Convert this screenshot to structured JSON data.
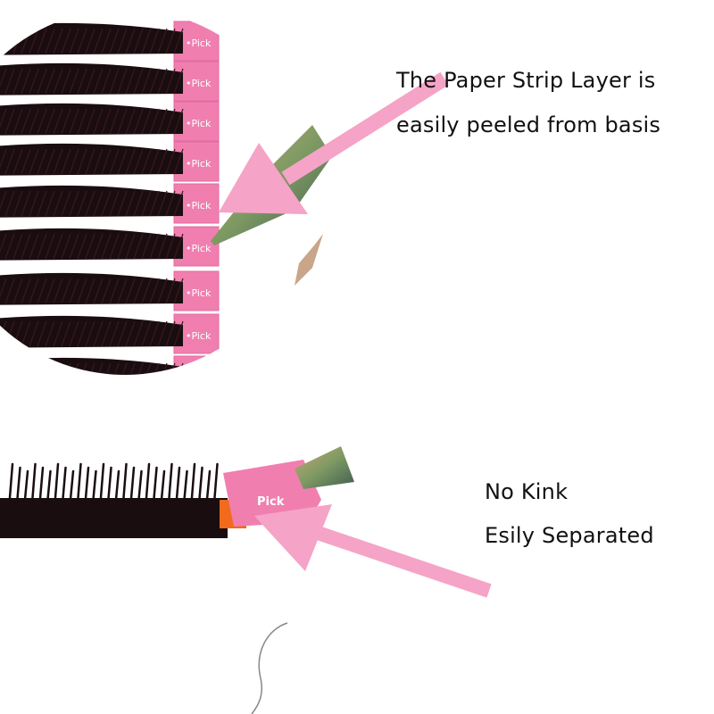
{
  "captions": {
    "top_line_1": "The Paper Strip Layer is",
    "top_line_2": "easily peeled from basis",
    "bottom_line_1": "No Kink",
    "bottom_line_2": "Esily Separated"
  },
  "tab_label": "Pick",
  "colors": {
    "pink_tab": "#f07fb0",
    "pink_arrow": "#f5a3c6",
    "lash_black": "#1a0d10",
    "base_orange": "#f26a1b",
    "tweezer_gold": "#b59a66",
    "tweezer_green": "#6f8a5a"
  }
}
